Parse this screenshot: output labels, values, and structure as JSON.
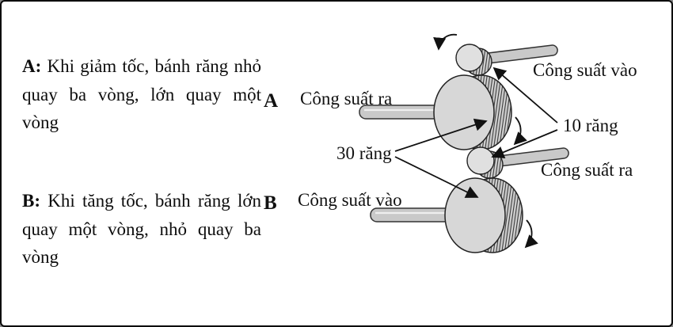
{
  "canvas": {
    "background": "#ffffff",
    "border_color": "#0a0a0a"
  },
  "notes": {
    "a_prefix": "A:",
    "a_body": " Khi giảm tốc, bánh răng nhỏ quay ba vòng, lớn quay một vòng",
    "b_prefix": "B:",
    "b_body": " Khi tăng tốc, bánh răng lớn quay một vòng, nhỏ quay ba vòng"
  },
  "diagram": {
    "label_a": "A",
    "label_b": "B",
    "power_out_top": "Công suất ra",
    "power_in_top": "Công suất vào",
    "power_in_bottom": "Công suất vào",
    "power_out_bottom": "Công suất ra",
    "large_gear_teeth": "30 răng",
    "small_gear_teeth": "10 răng"
  },
  "icons": {
    "rotation_arrow": "curved-rotation-arrow",
    "pointer_arrow": "straight-pointer-arrow"
  },
  "colors": {
    "gear_face": "#d7d7d7",
    "gear_rim_hatch": "#3a3a3a",
    "shaft_fill": "#c9c9c9",
    "line": "#111111"
  }
}
